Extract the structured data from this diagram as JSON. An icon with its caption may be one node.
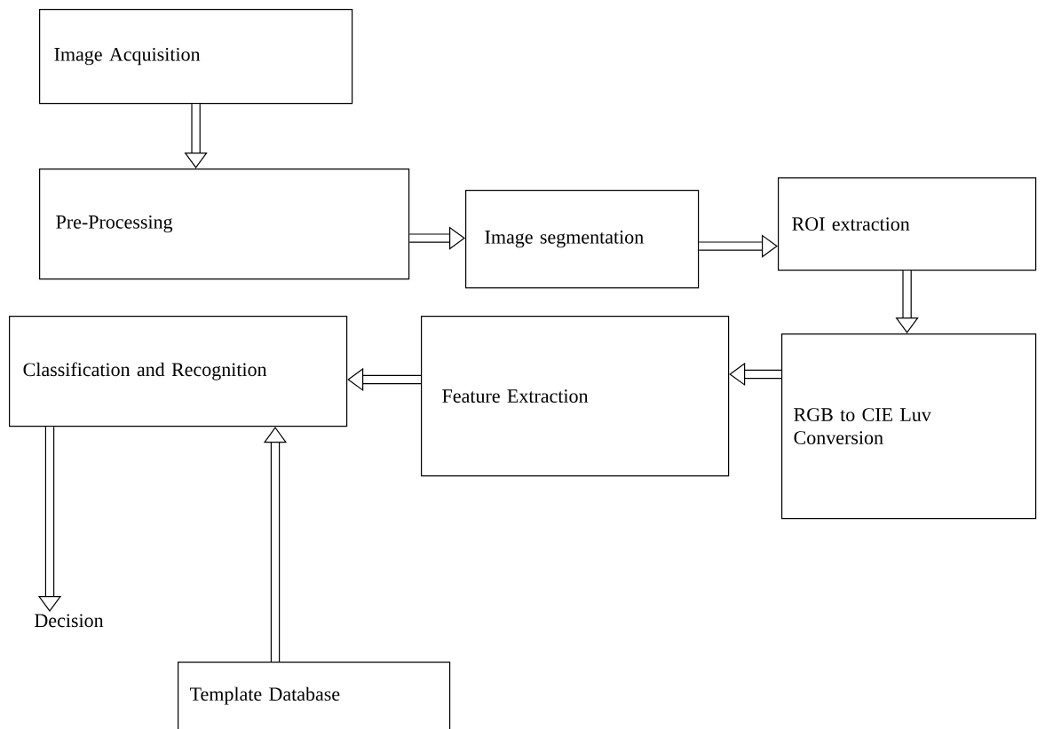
{
  "diagram": {
    "nodes": [
      {
        "text": [
          "Image Acquisition"
        ]
      },
      {
        "text": [
          "Pre-Processing"
        ]
      },
      {
        "text": [
          "Image segmentation"
        ]
      },
      {
        "text": [
          "ROI extraction"
        ]
      },
      {
        "text": [
          "RGB to CIE Luv Conversion"
        ]
      },
      {
        "text": [
          "Feature Extraction"
        ]
      },
      {
        "text": [
          "Classification and Recognition"
        ]
      },
      {
        "text": [
          "Decision"
        ]
      },
      {
        "text": [
          "Template Database"
        ]
      }
    ],
    "edges": [
      {
        "from": 0,
        "to": 1,
        "arrow": "to"
      },
      {
        "from": 1,
        "to": 2,
        "arrow": "to"
      },
      {
        "from": 2,
        "to": 3,
        "arrow": "to"
      },
      {
        "from": 3,
        "to": 4,
        "arrow": "to"
      },
      {
        "from": 4,
        "to": 5,
        "arrow": "to"
      },
      {
        "from": 5,
        "to": 6,
        "arrow": "to"
      },
      {
        "from": 6,
        "to": 7,
        "arrow": "to"
      },
      {
        "from": 8,
        "to": 6,
        "arrow": "to"
      }
    ]
  }
}
